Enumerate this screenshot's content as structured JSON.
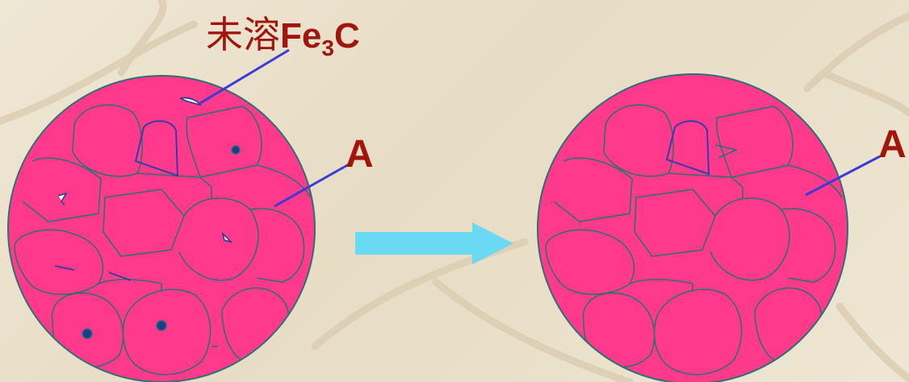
{
  "labels": {
    "undissolved_prefix": "未溶",
    "undissolved_formula": "Fe",
    "undissolved_subscript": "3",
    "undissolved_suffix": "C",
    "austenite_left": "A",
    "austenite_right": "A"
  },
  "colors": {
    "grain_fill": "#ff3a8c",
    "grain_boundary": "#2c7070",
    "leader_line": "#3b3bd6",
    "label_text": "#a0160f",
    "arrow": "#6ad9f2",
    "carbide": "#ffffff",
    "carbide_dot": "#1a3d8f"
  },
  "icons": {
    "transition_arrow": "right-arrow-icon"
  }
}
